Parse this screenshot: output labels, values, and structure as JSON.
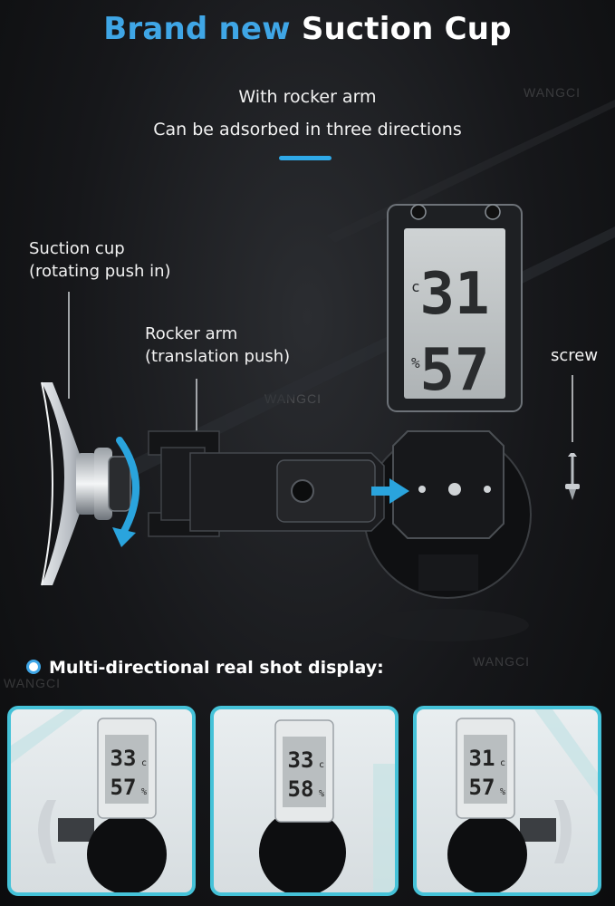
{
  "title": {
    "part1": "Brand new",
    "part2": "Suction Cup"
  },
  "subtitle": {
    "line1": "With rocker arm",
    "line2": "Can be adsorbed in three directions"
  },
  "labels": {
    "suction_cup_line1": "Suction cup",
    "suction_cup_line2": "(rotating push in)",
    "rocker_arm_line1": "Rocker arm",
    "rocker_arm_line2": "(translation push)",
    "screw": "screw"
  },
  "watermark": "WANGCI",
  "main_display": {
    "temp": "31",
    "humidity": "57"
  },
  "section_heading": "Multi-directional real shot display:",
  "shots": [
    {
      "temp": "33",
      "temp_unit": "c",
      "humidity": "57",
      "humidity_unit": "%"
    },
    {
      "temp": "33",
      "temp_unit": "c",
      "humidity": "58",
      "humidity_unit": "%"
    },
    {
      "temp": "31",
      "temp_unit": "c",
      "humidity": "57",
      "humidity_unit": "%"
    }
  ],
  "colors": {
    "accent": "#3fa6e6",
    "frame": "#45c2d8",
    "arrow": "#2aa4dd"
  },
  "icons": [
    "curved-arrow-icon",
    "push-arrow-icon",
    "screw-icon",
    "bullet-icon"
  ]
}
